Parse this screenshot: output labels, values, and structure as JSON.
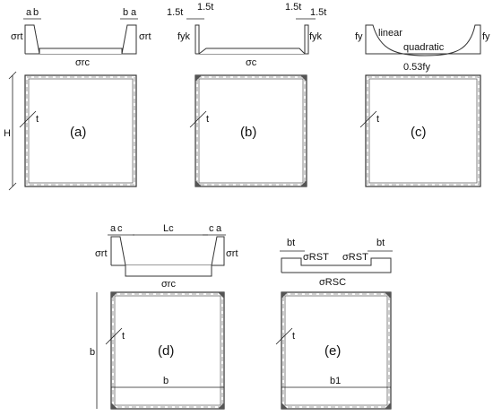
{
  "panels": {
    "a": {
      "label": "(a)",
      "edge_stress": "σrt",
      "mid_stress": "σrc",
      "dim_a": "a",
      "dim_b": "b",
      "height_label": "H",
      "thickness_label": "t"
    },
    "b": {
      "label": "(b)",
      "edge_stress": "fyk",
      "mid_stress": "σc",
      "dim_15t": "1.5t",
      "thickness_label": "t"
    },
    "c": {
      "label": "(c)",
      "edge_stress": "fy",
      "curve_linear": "linear",
      "curve_quadratic": "quadratic",
      "mid_value": "0.53fy",
      "thickness_label": "t"
    },
    "d": {
      "label": "(d)",
      "edge_stress": "σrt",
      "mid_stress": "σrc",
      "dim_a": "a",
      "dim_c": "c",
      "span_label": "Lc",
      "width_label": "b",
      "height_label": "b",
      "thickness_label": "t"
    },
    "e": {
      "label": "(e)",
      "edge_stress": "σRST",
      "mid_stress": "σRSC",
      "edge_width": "bt",
      "width_label": "b1",
      "thickness_label": "t"
    }
  }
}
